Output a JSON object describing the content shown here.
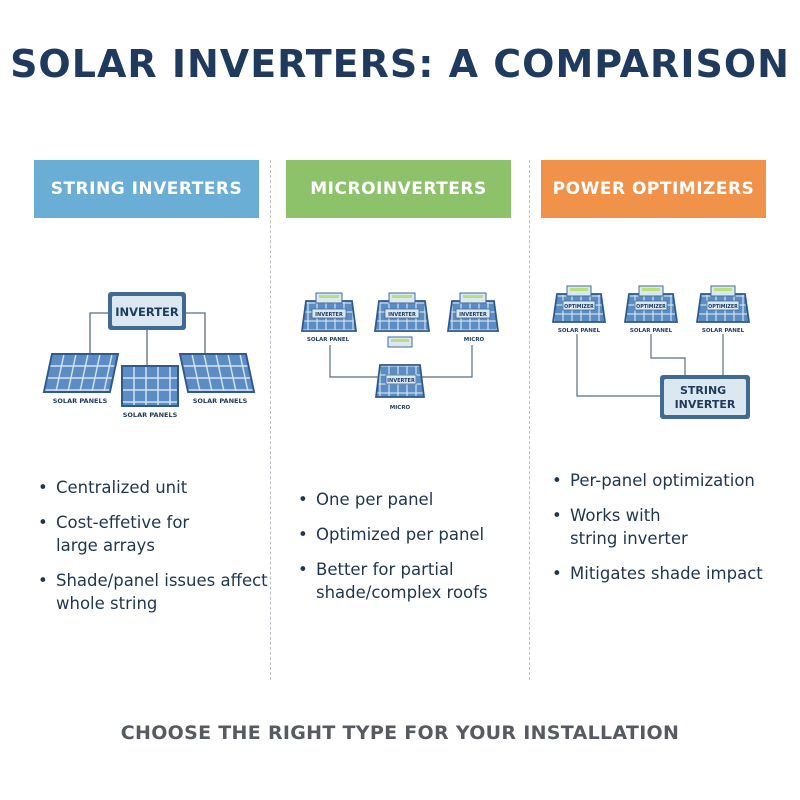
{
  "title": "SOLAR INVERTERS: A COMPARISON",
  "columns": [
    {
      "header": "STRING INVERTERS",
      "color": "#6aaed6",
      "diagram": {
        "inverter": "INVERTER",
        "panel_left": "SOLAR PANELS",
        "panel_center": "SOLAR PANELS",
        "panel_right": "SOLAR PANELS"
      },
      "bullets": [
        "Centralized unit",
        "Cost-effetive for\nlarge arrays",
        "Shade/panel issues affect\nwhole string"
      ]
    },
    {
      "header": "MICROINVERTERS",
      "color": "#8dc26a",
      "diagram": {
        "device_label": "INVERTER",
        "panel_left": "SOLAR PANEL",
        "panel_right": "MICRO",
        "panel_bottom": "MICRO"
      },
      "bullets": [
        "One per panel",
        "Optimized per panel",
        "Better for partial\nshade/complex roofs"
      ]
    },
    {
      "header": "POWER OPTIMIZERS",
      "color": "#f0924a",
      "diagram": {
        "device_label": "OPTIMIZER",
        "panel_left": "SOLAR PANEL",
        "panel_center": "SOLAR PANEL",
        "panel_right": "SOLAR PANEL",
        "inverter": "STRING\nINVERTER"
      },
      "bullets": [
        "Per-panel optimization",
        "Works with\nstring inverter",
        "Mitigates shade impact"
      ]
    }
  ],
  "footer": "CHOOSE THE RIGHT TYPE FOR YOUR INSTALLATION",
  "colors": {
    "title": "#1f3a5c",
    "panel": "#4f7fb8",
    "panel_dark": "#2f5a8a",
    "box": "#dbe8f2",
    "box_border": "#3f6a94",
    "accent_green": "#b7e07a"
  }
}
